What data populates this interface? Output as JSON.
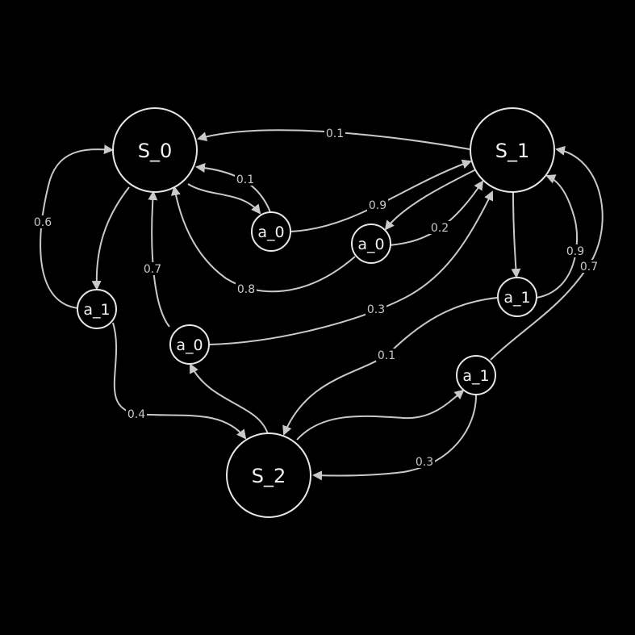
{
  "colors": {
    "background": "#000000",
    "node_stroke": "#e6e6e6",
    "edge": "#c9c9c9",
    "text": "#f2f2f2"
  },
  "states": [
    {
      "id": "S0",
      "label": "S_0"
    },
    {
      "id": "S1",
      "label": "S_1"
    },
    {
      "id": "S2",
      "label": "S_2"
    }
  ],
  "actions": [
    {
      "id": "S0a0",
      "label": "a_0",
      "state": "S_0"
    },
    {
      "id": "S0a1",
      "label": "a_1",
      "state": "S_0"
    },
    {
      "id": "S1a0",
      "label": "a_0",
      "state": "S_1"
    },
    {
      "id": "S1a1",
      "label": "a_1",
      "state": "S_1"
    },
    {
      "id": "S2a0",
      "label": "a_0",
      "state": "S_2"
    },
    {
      "id": "S2a1",
      "label": "a_1",
      "state": "S_2"
    }
  ],
  "transitions": [
    {
      "from": "a_0 (S_0)",
      "to": "S_0",
      "prob": "0.1"
    },
    {
      "from": "a_0 (S_0)",
      "to": "S_1",
      "prob": "0.9"
    },
    {
      "from": "a_1 (S_0)",
      "to": "S_0",
      "prob": "0.6"
    },
    {
      "from": "a_1 (S_0)",
      "to": "S_2",
      "prob": "0.4"
    },
    {
      "from": "a_0 (S_1)",
      "to": "S_0",
      "prob": "0.8"
    },
    {
      "from": "a_0 (S_1)",
      "to": "S_1",
      "prob": "0.2"
    },
    {
      "from": "a_1 (S_1)",
      "to": "S_1",
      "prob": "0.9"
    },
    {
      "from": "a_1 (S_1)",
      "to": "S_2",
      "prob": "0.1"
    },
    {
      "from": "a_0 (S_2)",
      "to": "S_0",
      "prob": "0.7"
    },
    {
      "from": "a_0 (S_2)",
      "to": "S_1",
      "prob": "0.3"
    },
    {
      "from": "a_1 (S_2)",
      "to": "S_1",
      "prob": "0.7"
    },
    {
      "from": "a_1 (S_2)",
      "to": "S_2",
      "prob": "0.3"
    },
    {
      "from": "S_1",
      "to": "S_0",
      "prob": "0.1"
    }
  ]
}
